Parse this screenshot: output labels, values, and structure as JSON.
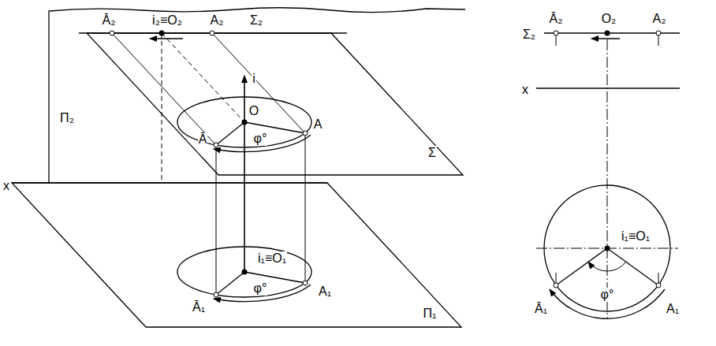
{
  "diagram": {
    "labels": [
      "Ā₂",
      "i₂≡O₂",
      "A₂",
      "Σ₂",
      "Π₂",
      "x",
      "i",
      "O",
      "φ°",
      "Ā",
      "A",
      "Σ",
      "i₁≡O₁",
      "φ°",
      "Ā₁",
      "A₁",
      "Π₁",
      "Ā₂",
      "O₂",
      "A₂",
      "Σ₂",
      "x",
      "i₁≡O₁",
      "φ°",
      "Ā₁",
      "A₁"
    ]
  }
}
